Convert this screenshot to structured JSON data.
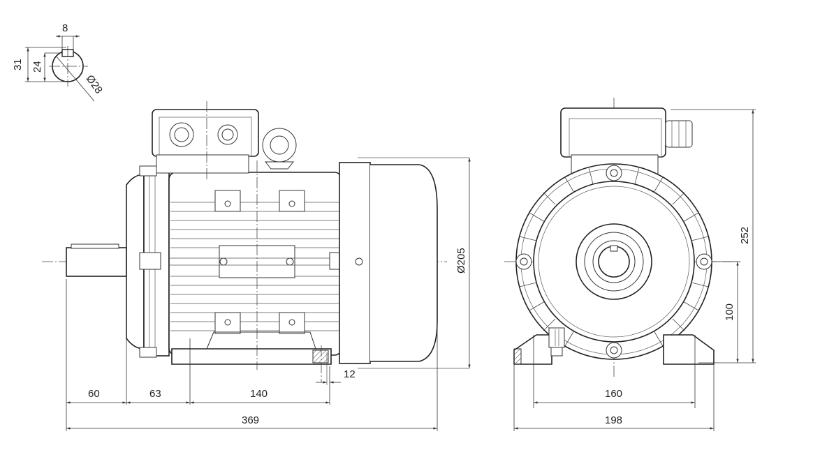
{
  "shaft_section": {
    "key_width": "8",
    "overall_height": "31",
    "key_depth": "24",
    "diameter": "Ø28"
  },
  "side_view": {
    "shaft_length": "60",
    "shaft_to_foot_hole": "63",
    "foot_hole_spacing": "140",
    "foot_slot": "12",
    "overall_length": "369",
    "flange_diameter": "Ø205"
  },
  "end_view": {
    "foot_hole_spacing": "160",
    "overall_width": "198",
    "shaft_height": "100",
    "overall_height": "252"
  }
}
